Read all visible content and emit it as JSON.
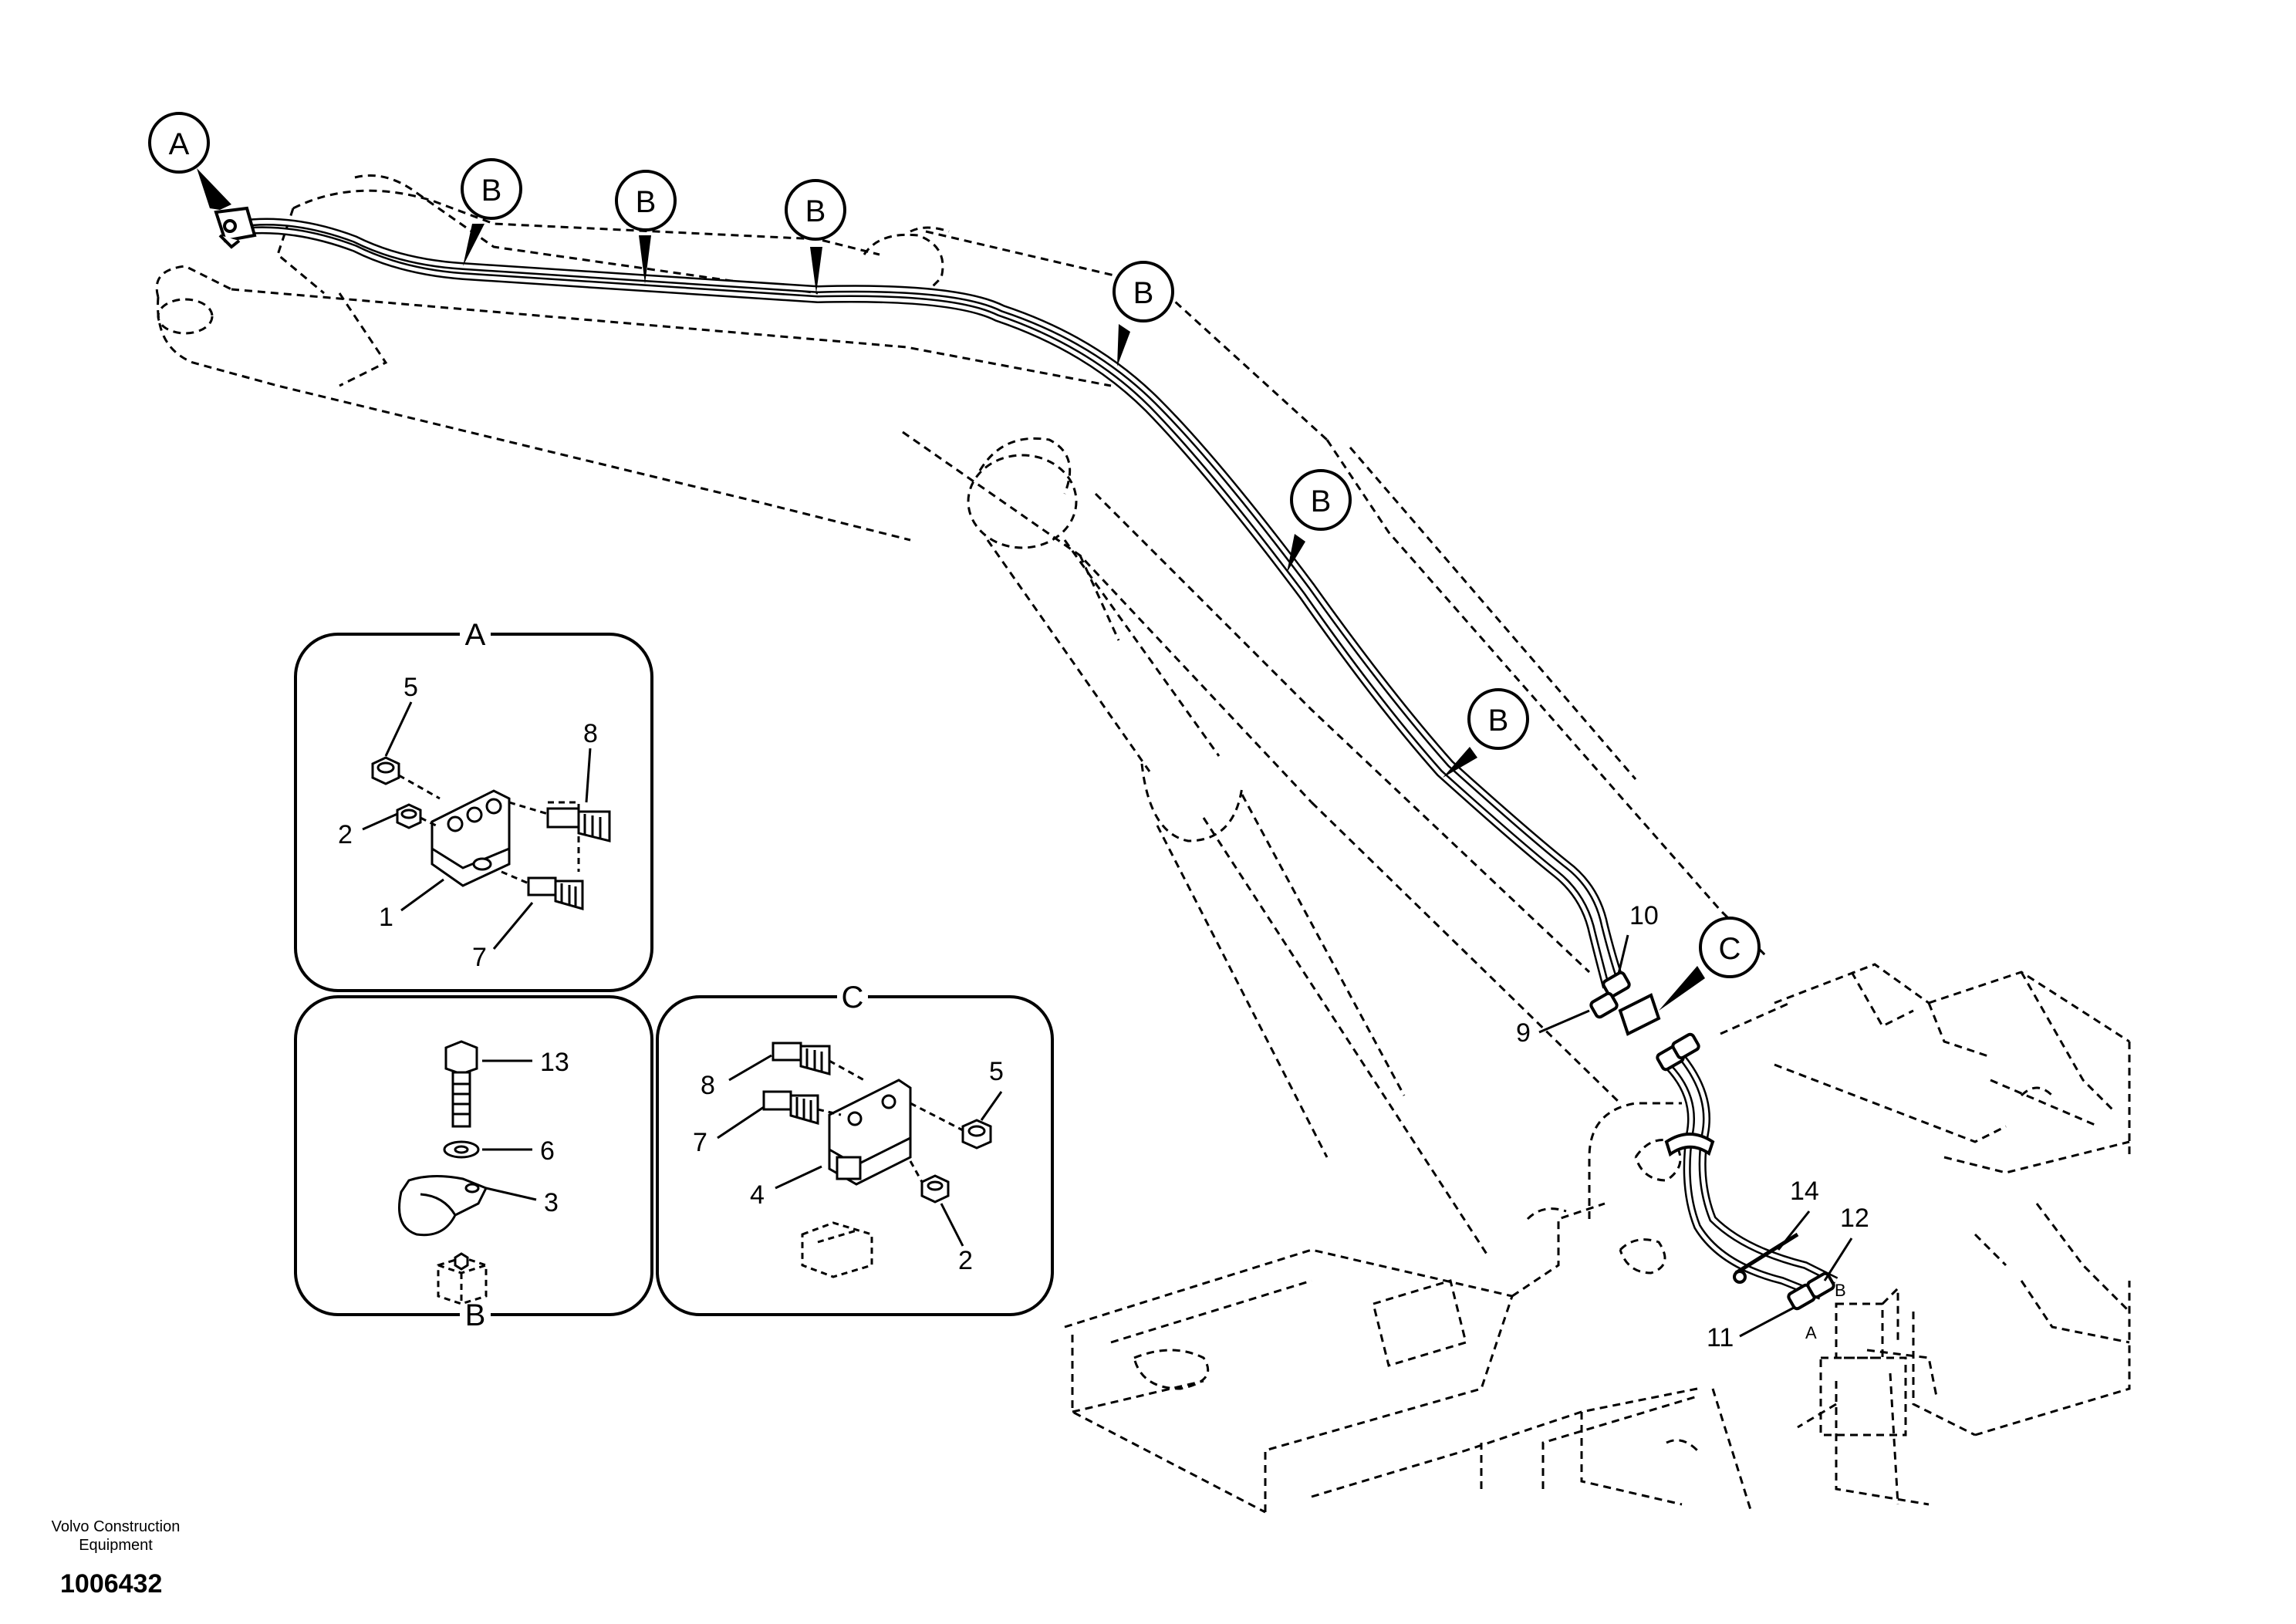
{
  "callouts": {
    "a_marker": "A",
    "b_marker": "B",
    "c_marker": "C"
  },
  "detail_views": {
    "a": {
      "title": "A",
      "labels": {
        "p5": "5",
        "p8": "8",
        "p2": "2",
        "p1": "1",
        "p7": "7"
      }
    },
    "b": {
      "title": "B",
      "labels": {
        "p13": "13",
        "p6": "6",
        "p3": "3"
      }
    },
    "c": {
      "title": "C",
      "labels": {
        "p8": "8",
        "p7": "7",
        "p5": "5",
        "p4": "4",
        "p2": "2"
      }
    }
  },
  "main_labels": {
    "p10": "10",
    "p9": "9",
    "p14": "14",
    "p12": "12",
    "p11": "11",
    "port_a": "A",
    "port_b": "B"
  },
  "footer": {
    "company_line1": "Volvo Construction",
    "company_line2": "Equipment",
    "drawing_number": "1006432"
  }
}
